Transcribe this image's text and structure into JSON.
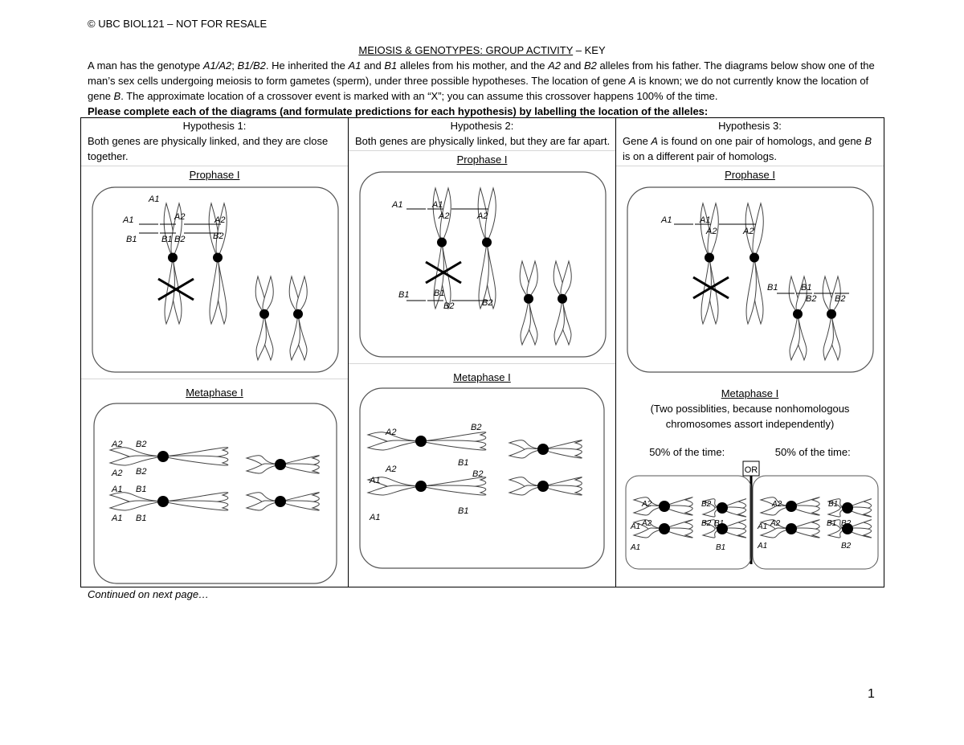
{
  "header": {
    "copyright": "© UBC BIOL121 – NOT FOR RESALE",
    "title_underlined": "MEIOSIS & GENOTYPES: GROUP ACTIVITY",
    "title_suffix": " – KEY"
  },
  "intro": {
    "p1_a": "A man has the genotype ",
    "p1_geno1": "A1/A2",
    "p1_b": "; ",
    "p1_geno2": "B1/B2",
    "p1_c": ". He inherited the ",
    "p1_a1": "A1",
    "p1_d": " and ",
    "p1_b1": "B1",
    "p1_e": " alleles from his mother, and the ",
    "p1_a2": "A2",
    "p1_f": " and ",
    "p1_b2": "B2",
    "p1_g": " alleles from his father. The diagrams below show one of the man’s sex cells undergoing meiosis to form gametes (sperm), under three possible hypotheses. The location of gene ",
    "p1_geneA": "A",
    "p1_h": " is known; we do not currently know the location of gene ",
    "p1_geneB": "B",
    "p1_i": ". The approximate location of a crossover event is marked with an “X”; you can assume this crossover happens 100% of the time.",
    "bold_line": "Please complete each of the diagrams (and formulate predictions for each hypothesis) by labelling the location of the alleles:"
  },
  "hypotheses": [
    {
      "title": "Hypothesis 1:",
      "desc": "Both genes are physically linked, and they are close together.",
      "prophase_label": "Prophase I",
      "metaphase_label": "Metaphase I"
    },
    {
      "title": "Hypothesis 2:",
      "desc": "Both genes are physically linked, but they are far apart.",
      "prophase_label": "Prophase I",
      "metaphase_label": "Metaphase I"
    },
    {
      "title": "Hypothesis 3:",
      "desc_a": "Gene ",
      "desc_gene_a": "A",
      "desc_b": " is found on one pair of homologs, and gene ",
      "desc_gene_b": "B",
      "desc_c": " is on a different pair of homologs.",
      "prophase_label": "Prophase I",
      "metaphase_label": "Metaphase I",
      "metaphase_note": "(Two possiblities, because nonhomologous chromosomes assort independently)",
      "pct_left": "50% of the time:",
      "pct_right": "50% of the time:",
      "or_label": "OR"
    }
  ],
  "allele_labels": {
    "A1": "A1",
    "A2": "A2",
    "B1": "B1",
    "B2": "B2"
  },
  "footer": {
    "continued": "Continued on next page…",
    "page_number": "1"
  }
}
